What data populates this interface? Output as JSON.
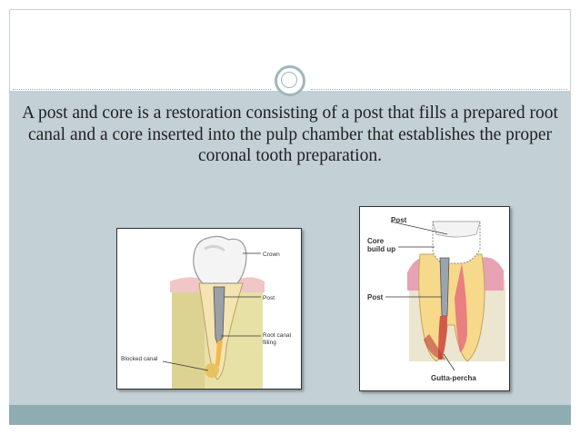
{
  "slide": {
    "body": "A post and core is a restoration consisting of a post that fills a prepared root canal and a core inserted into the pulp chamber that establishes the proper coronal tooth preparation."
  },
  "figure_left": {
    "labels": {
      "crown": "Crown",
      "post": "Post",
      "root_canal_filling_1": "Root canal",
      "root_canal_filling_2": "filling",
      "blocked_canal": "Blocked canal"
    }
  },
  "figure_right": {
    "labels": {
      "post_top": "Post",
      "core_build_up_1": "Core",
      "core_build_up_2": "build up",
      "post": "Post",
      "gutta_percha": "Gutta-percha"
    }
  },
  "colors": {
    "band": "#c3d0d6",
    "footer": "#8eacb2",
    "ring": "#9fb7bc"
  }
}
